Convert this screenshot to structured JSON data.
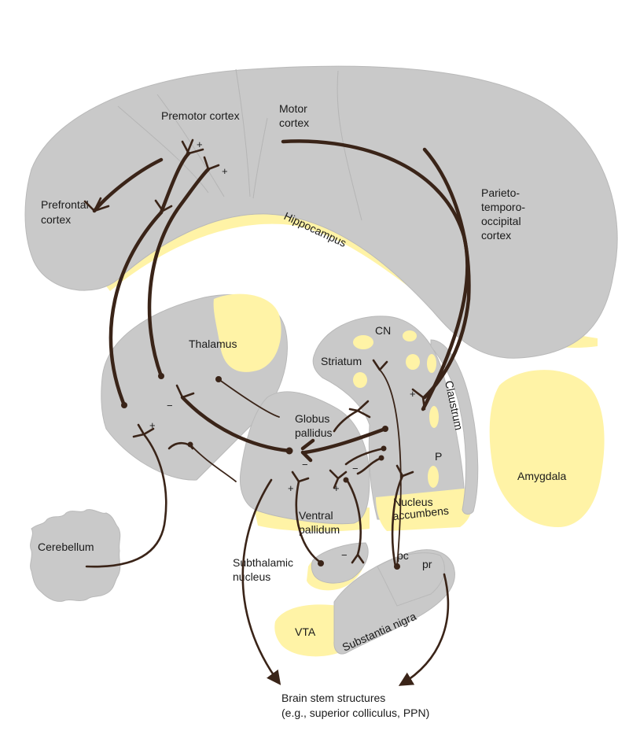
{
  "labels": {
    "premotor": "Premotor cortex",
    "motor_1": "Motor",
    "motor_2": "cortex",
    "prefrontal_1": "Prefrontal",
    "prefrontal_2": "cortex",
    "parieto_1": "Parieto-",
    "parieto_2": "temporo-",
    "parieto_3": "occipital",
    "parieto_4": "cortex",
    "hippocampus": "Hippocampus",
    "thalamus": "Thalamus",
    "cn": "CN",
    "striatum": "Striatum",
    "claustrum": "Claustrum",
    "globus_1": "Globus",
    "globus_2": "pallidus",
    "p": "P",
    "amygdala": "Amygdala",
    "nucleus_acc_1": "Nucleus",
    "nucleus_acc_2": "accumbens",
    "ventral_1": "Ventral",
    "ventral_2": "pallidum",
    "cerebellum": "Cerebellum",
    "subthalamic_1": "Subthalamic",
    "subthalamic_2": "nucleus",
    "pc": "pc",
    "pr": "pr",
    "vta": "VTA",
    "substantia_nigra": "Substantia nigra",
    "brainstem_1": "Brain stem structures",
    "brainstem_2": "(e.g., superior colliculus, PPN)"
  },
  "signs": {
    "plus": "+",
    "minus": "−"
  }
}
